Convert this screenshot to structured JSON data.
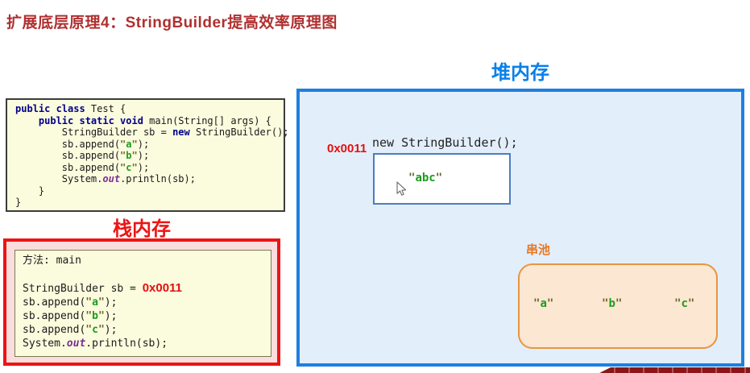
{
  "title": "扩展底层原理4：StringBuilder提高效率原理图",
  "code_block": {
    "lines": [
      [
        {
          "t": "public class",
          "s": "k"
        },
        {
          "t": " Test {",
          "s": "p"
        }
      ],
      [
        {
          "t": "    ",
          "s": "p"
        },
        {
          "t": "public static void",
          "s": "k"
        },
        {
          "t": " main(String[] args) {",
          "s": "p"
        }
      ],
      [
        {
          "t": "        StringBuilder sb = ",
          "s": "p"
        },
        {
          "t": "new",
          "s": "k"
        },
        {
          "t": " StringBuilder();",
          "s": "p"
        }
      ],
      [
        {
          "t": "        sb.append(",
          "s": "p"
        },
        {
          "t": "\"",
          "s": "q"
        },
        {
          "t": "a",
          "s": "g"
        },
        {
          "t": "\"",
          "s": "q"
        },
        {
          "t": ");",
          "s": "p"
        }
      ],
      [
        {
          "t": "        sb.append(",
          "s": "p"
        },
        {
          "t": "\"",
          "s": "q"
        },
        {
          "t": "b",
          "s": "g"
        },
        {
          "t": "\"",
          "s": "q"
        },
        {
          "t": ");",
          "s": "p"
        }
      ],
      [
        {
          "t": "        sb.append(",
          "s": "p"
        },
        {
          "t": "\"",
          "s": "q"
        },
        {
          "t": "c",
          "s": "g"
        },
        {
          "t": "\"",
          "s": "q"
        },
        {
          "t": ");",
          "s": "p"
        }
      ],
      [
        {
          "t": "        System.",
          "s": "p"
        },
        {
          "t": "out",
          "s": "o"
        },
        {
          "t": ".println(sb);",
          "s": "p"
        }
      ],
      [
        {
          "t": "    }",
          "s": "p"
        }
      ],
      [
        {
          "t": "}",
          "s": "p"
        }
      ]
    ]
  },
  "stack": {
    "title": "栈内存",
    "frame_lines": [
      [
        {
          "t": "方法: main",
          "s": "p"
        }
      ],
      [],
      [
        {
          "t": "StringBuilder sb = ",
          "s": "p"
        },
        {
          "t": "0x0011",
          "s": "a"
        }
      ],
      [
        {
          "t": "sb.append(",
          "s": "p"
        },
        {
          "t": "\"",
          "s": "q"
        },
        {
          "t": "a",
          "s": "g"
        },
        {
          "t": "\"",
          "s": "q"
        },
        {
          "t": ");",
          "s": "p"
        }
      ],
      [
        {
          "t": "sb.append(",
          "s": "p"
        },
        {
          "t": "\"",
          "s": "q"
        },
        {
          "t": "b",
          "s": "g"
        },
        {
          "t": "\"",
          "s": "q"
        },
        {
          "t": ");",
          "s": "p"
        }
      ],
      [
        {
          "t": "sb.append(",
          "s": "p"
        },
        {
          "t": "\"",
          "s": "q"
        },
        {
          "t": "c",
          "s": "g"
        },
        {
          "t": "\"",
          "s": "q"
        },
        {
          "t": ");",
          "s": "p"
        }
      ],
      [
        {
          "t": "System.",
          "s": "p"
        },
        {
          "t": "out",
          "s": "o"
        },
        {
          "t": ".println(sb);",
          "s": "p"
        }
      ]
    ]
  },
  "heap": {
    "title": "堆内存",
    "address": "0x0011",
    "new_expression": "new StringBuilder();",
    "object_tokens": [
      {
        "t": "\"",
        "s": "q"
      },
      {
        "t": "abc",
        "s": "g"
      },
      {
        "t": "\"",
        "s": "q"
      }
    ],
    "pool": {
      "title": "串池",
      "items": [
        [
          {
            "t": "\"",
            "s": "q"
          },
          {
            "t": "a",
            "s": "g"
          },
          {
            "t": "\"",
            "s": "q"
          }
        ],
        [
          {
            "t": "\"",
            "s": "q"
          },
          {
            "t": "b",
            "s": "g"
          },
          {
            "t": "\"",
            "s": "q"
          }
        ],
        [
          {
            "t": "\"",
            "s": "q"
          },
          {
            "t": "c",
            "s": "g"
          },
          {
            "t": "\"",
            "s": "q"
          }
        ]
      ]
    }
  },
  "colors": {
    "title_red": "#B03030",
    "stack_red": "#EE1414",
    "stack_fill": "#F9DEDD",
    "heap_blue": "#1E7FE0",
    "heap_title_blue": "#0880EA",
    "heap_fill": "#E3EEFB",
    "code_fill": "#FBFBDE",
    "pool_orange": "#E8953F",
    "pool_title_orange": "#E87722",
    "pool_fill": "#FBE7D2",
    "keyword_navy": "#00008B",
    "string_green": "#1C9C1C",
    "quote_olive": "#6A6A2E",
    "out_purple": "#7C2F93",
    "address_red": "#E60F0F",
    "object_border_blue": "#4A7EBF",
    "banner_dark_red": "#8C1616"
  }
}
